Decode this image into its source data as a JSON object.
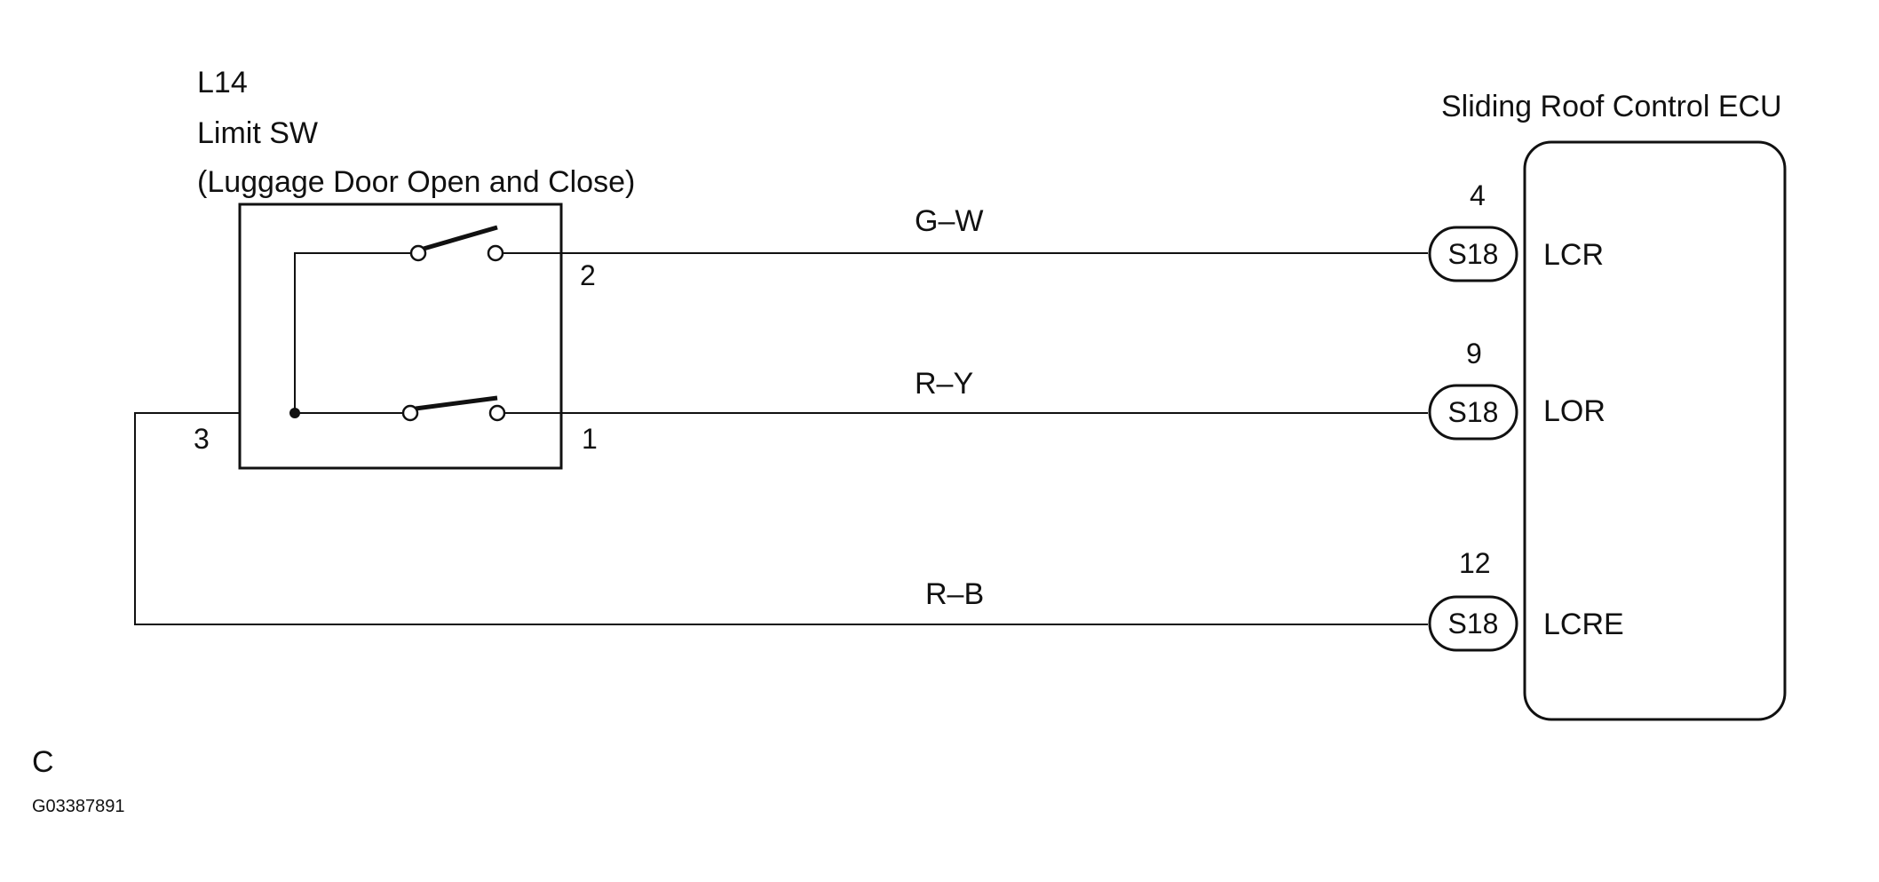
{
  "switch": {
    "code": "L14",
    "name": "Limit SW",
    "description": "(Luggage Door Open and Close)",
    "pins": {
      "p1": "1",
      "p2": "2",
      "p3": "3"
    }
  },
  "ecu": {
    "title": "Sliding Roof Control ECU",
    "connectors": [
      {
        "pin": "4",
        "connector": "S18",
        "signal": "LCR",
        "wire": "G–W"
      },
      {
        "pin": "9",
        "connector": "S18",
        "signal": "LOR",
        "wire": "R–Y"
      },
      {
        "pin": "12",
        "connector": "S18",
        "signal": "LCRE",
        "wire": "R–B"
      }
    ]
  },
  "footer": {
    "letter": "C",
    "code": "G03387891"
  }
}
